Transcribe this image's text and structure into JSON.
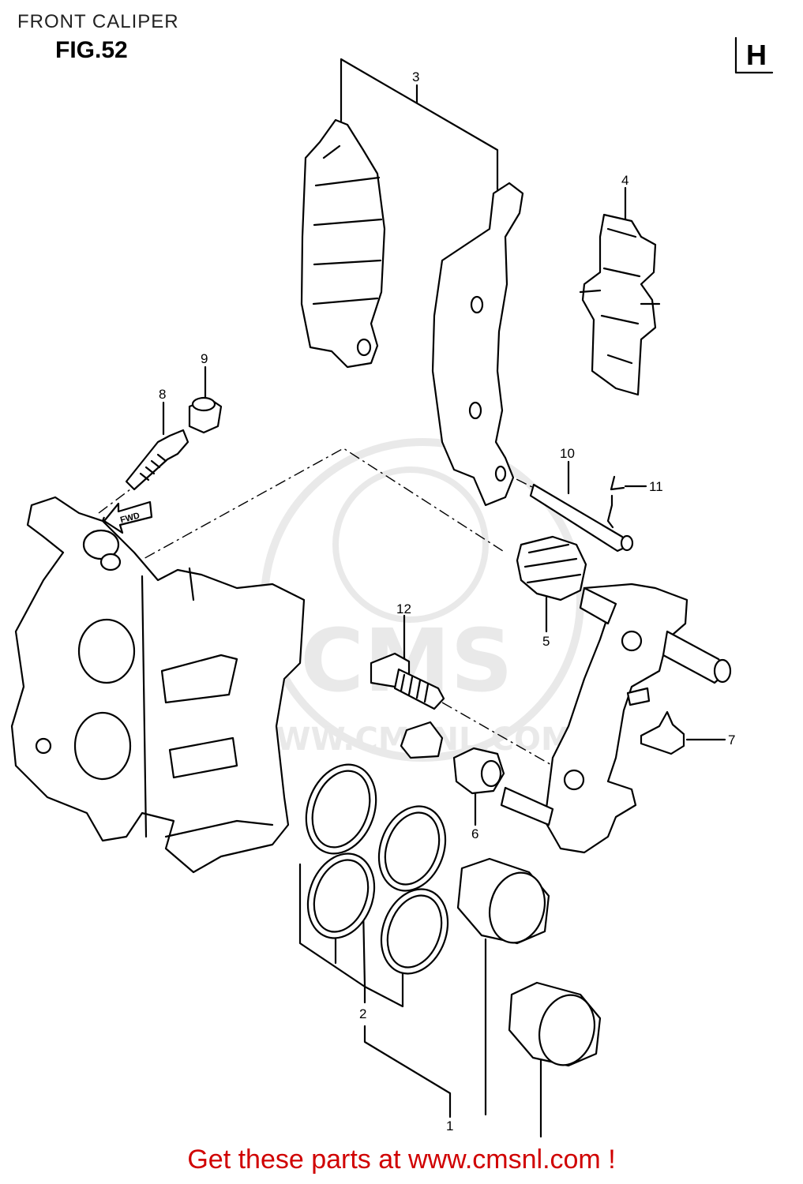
{
  "header": {
    "title": "FRONT CALIPER",
    "figure_label": "FIG.52",
    "section_mark": "H"
  },
  "callouts": {
    "c1": "1",
    "c2": "2",
    "c3": "3",
    "c4": "4",
    "c5": "5",
    "c6": "6",
    "c7": "7",
    "c8": "8",
    "c9": "9",
    "c10": "10",
    "c11": "11",
    "c12": "12"
  },
  "fwd_arrow_label": "FWD",
  "watermark": {
    "brand": "CMS",
    "url": "WWW.CMSNL.COM"
  },
  "footer": {
    "text": "Get these parts at www.cmsnl.com !"
  }
}
